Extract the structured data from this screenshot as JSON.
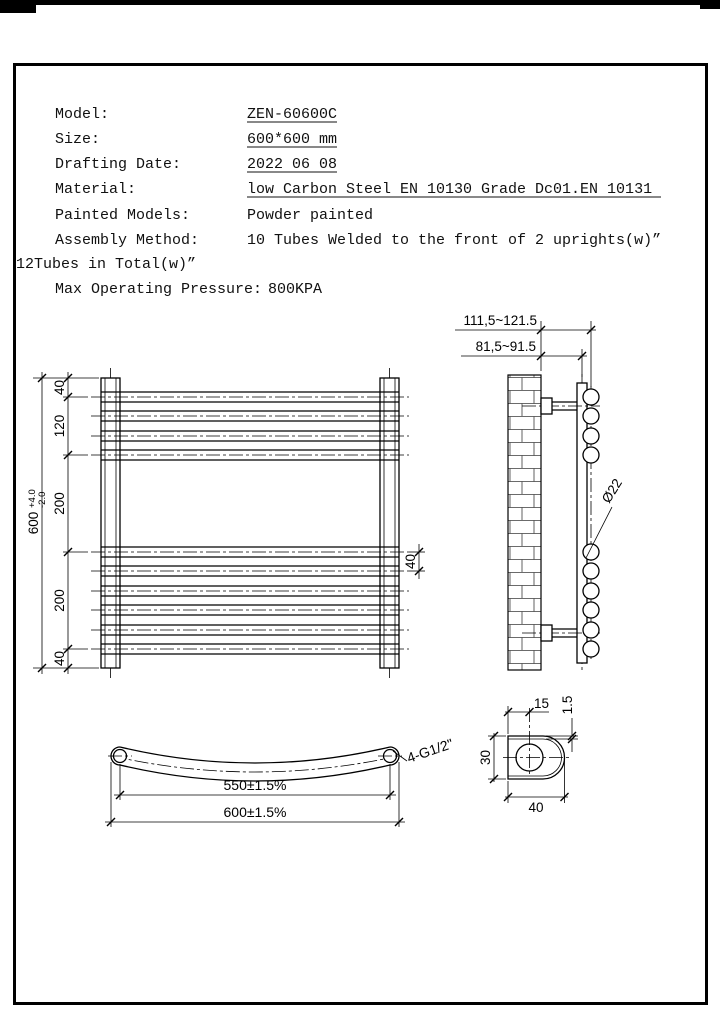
{
  "spec": {
    "rows": [
      {
        "label": "Model:",
        "value": "ZEN-60600C"
      },
      {
        "label": "Size:",
        "value": "600*600 mm"
      },
      {
        "label": "Drafting Date:",
        "value": "2022 06 08"
      },
      {
        "label": "Material:",
        "value": "low Carbon Steel  EN 10130 Grade Dc01.EN 10131"
      },
      {
        "label": "Painted Models:",
        "value": "Powder painted"
      },
      {
        "label": "Assembly Method:",
        "value": "10 Tubes Welded to the front of 2 uprights(w)”"
      }
    ],
    "note": "12Tubes in Total(w)”",
    "pressure_label": "Max Operating Pressure:",
    "pressure_value": "800KPA"
  },
  "front_view": {
    "chain_dims": [
      "40",
      "120",
      "200",
      "200",
      "40"
    ],
    "overall_dim": "600",
    "tol_plus": "+4.0",
    "tol_minus": "-2.0",
    "pitch_dim": "40"
  },
  "side_view": {
    "dim_outer": "111,5~121.5",
    "dim_inner": "81,5~91.5",
    "tube_dia": "Ø22"
  },
  "top_view": {
    "dim_centers": "550±1.5%",
    "dim_overall": "600±1.5%",
    "thread_label": "4-G1/2\""
  },
  "detail_view": {
    "dim_thickness": "1.5",
    "dim_hole_offset": "15",
    "dim_height": "30",
    "dim_width": "40"
  }
}
